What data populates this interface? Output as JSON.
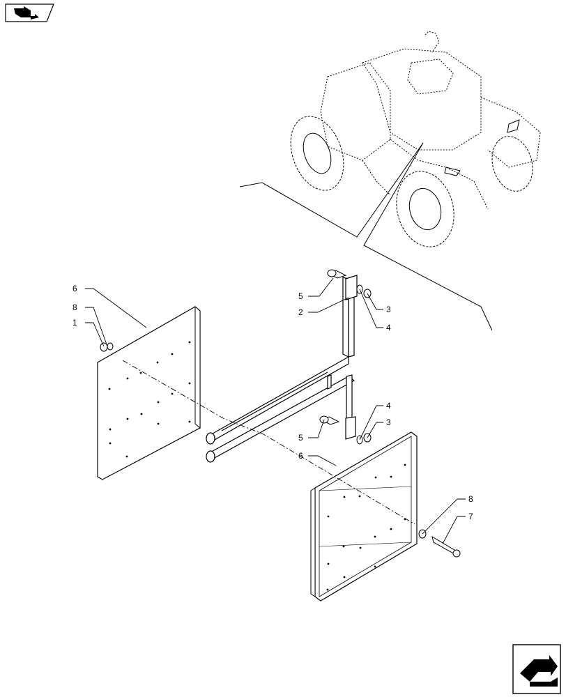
{
  "diagram": {
    "callouts": [
      {
        "id": "c6a",
        "label": "6"
      },
      {
        "id": "c8a",
        "label": "8"
      },
      {
        "id": "c1",
        "label": "1"
      },
      {
        "id": "c5a",
        "label": "5"
      },
      {
        "id": "c2",
        "label": "2"
      },
      {
        "id": "c3a",
        "label": "3"
      },
      {
        "id": "c4a",
        "label": "4"
      },
      {
        "id": "c4b",
        "label": "4"
      },
      {
        "id": "c3b",
        "label": "3"
      },
      {
        "id": "c5b",
        "label": "5"
      },
      {
        "id": "c6b",
        "label": "6"
      },
      {
        "id": "c8b",
        "label": "8"
      },
      {
        "id": "c7",
        "label": "7"
      }
    ],
    "icons": {
      "top_left": "navigate-previous-icon",
      "bottom_right": "navigate-next-icon"
    }
  }
}
